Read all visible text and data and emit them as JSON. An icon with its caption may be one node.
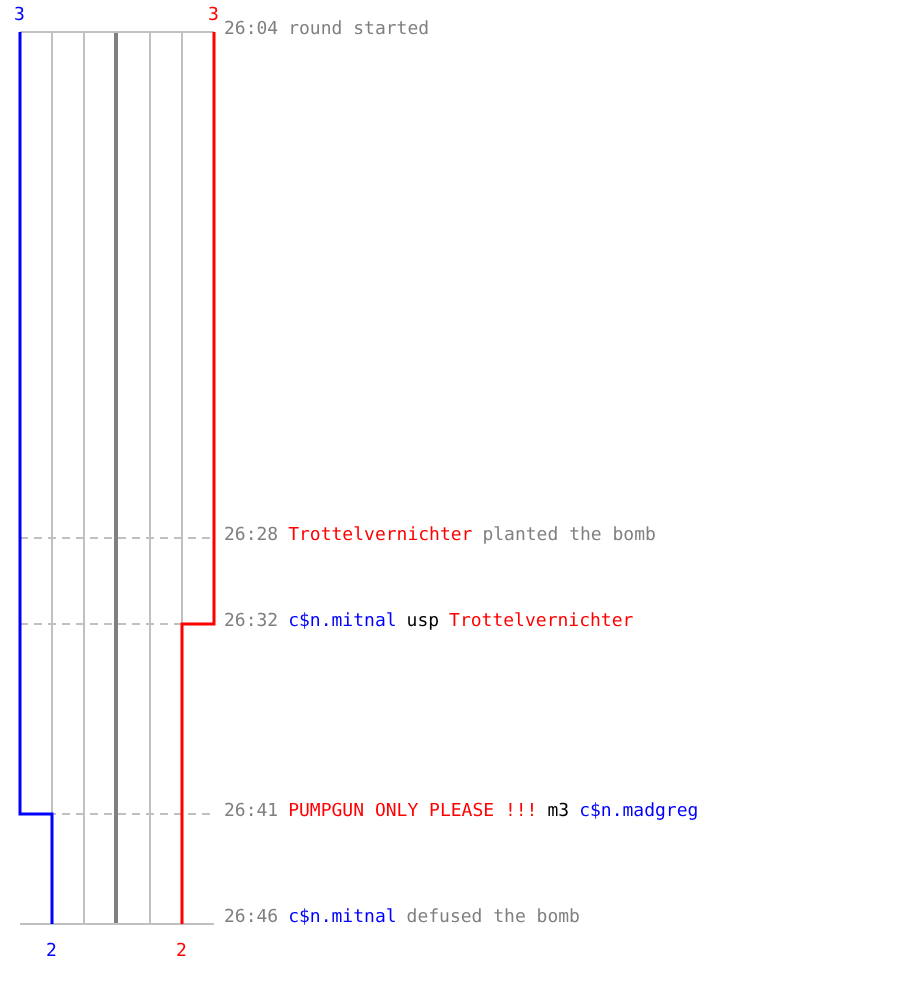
{
  "diagram": {
    "labels": [
      "3",
      "3",
      "26:04",
      "round started",
      "26:28",
      "Trottelvernichter",
      "planted the bomb",
      "26:32",
      "c$n.mitnal",
      "usp",
      "Trottelvernichter",
      "26:41",
      "PUMPGUN ONLY PLEASE !!!",
      "m3",
      "c$n.madgreg",
      "26:46",
      "c$n.mitnal",
      "defused the bomb",
      "2",
      "2"
    ]
  }
}
